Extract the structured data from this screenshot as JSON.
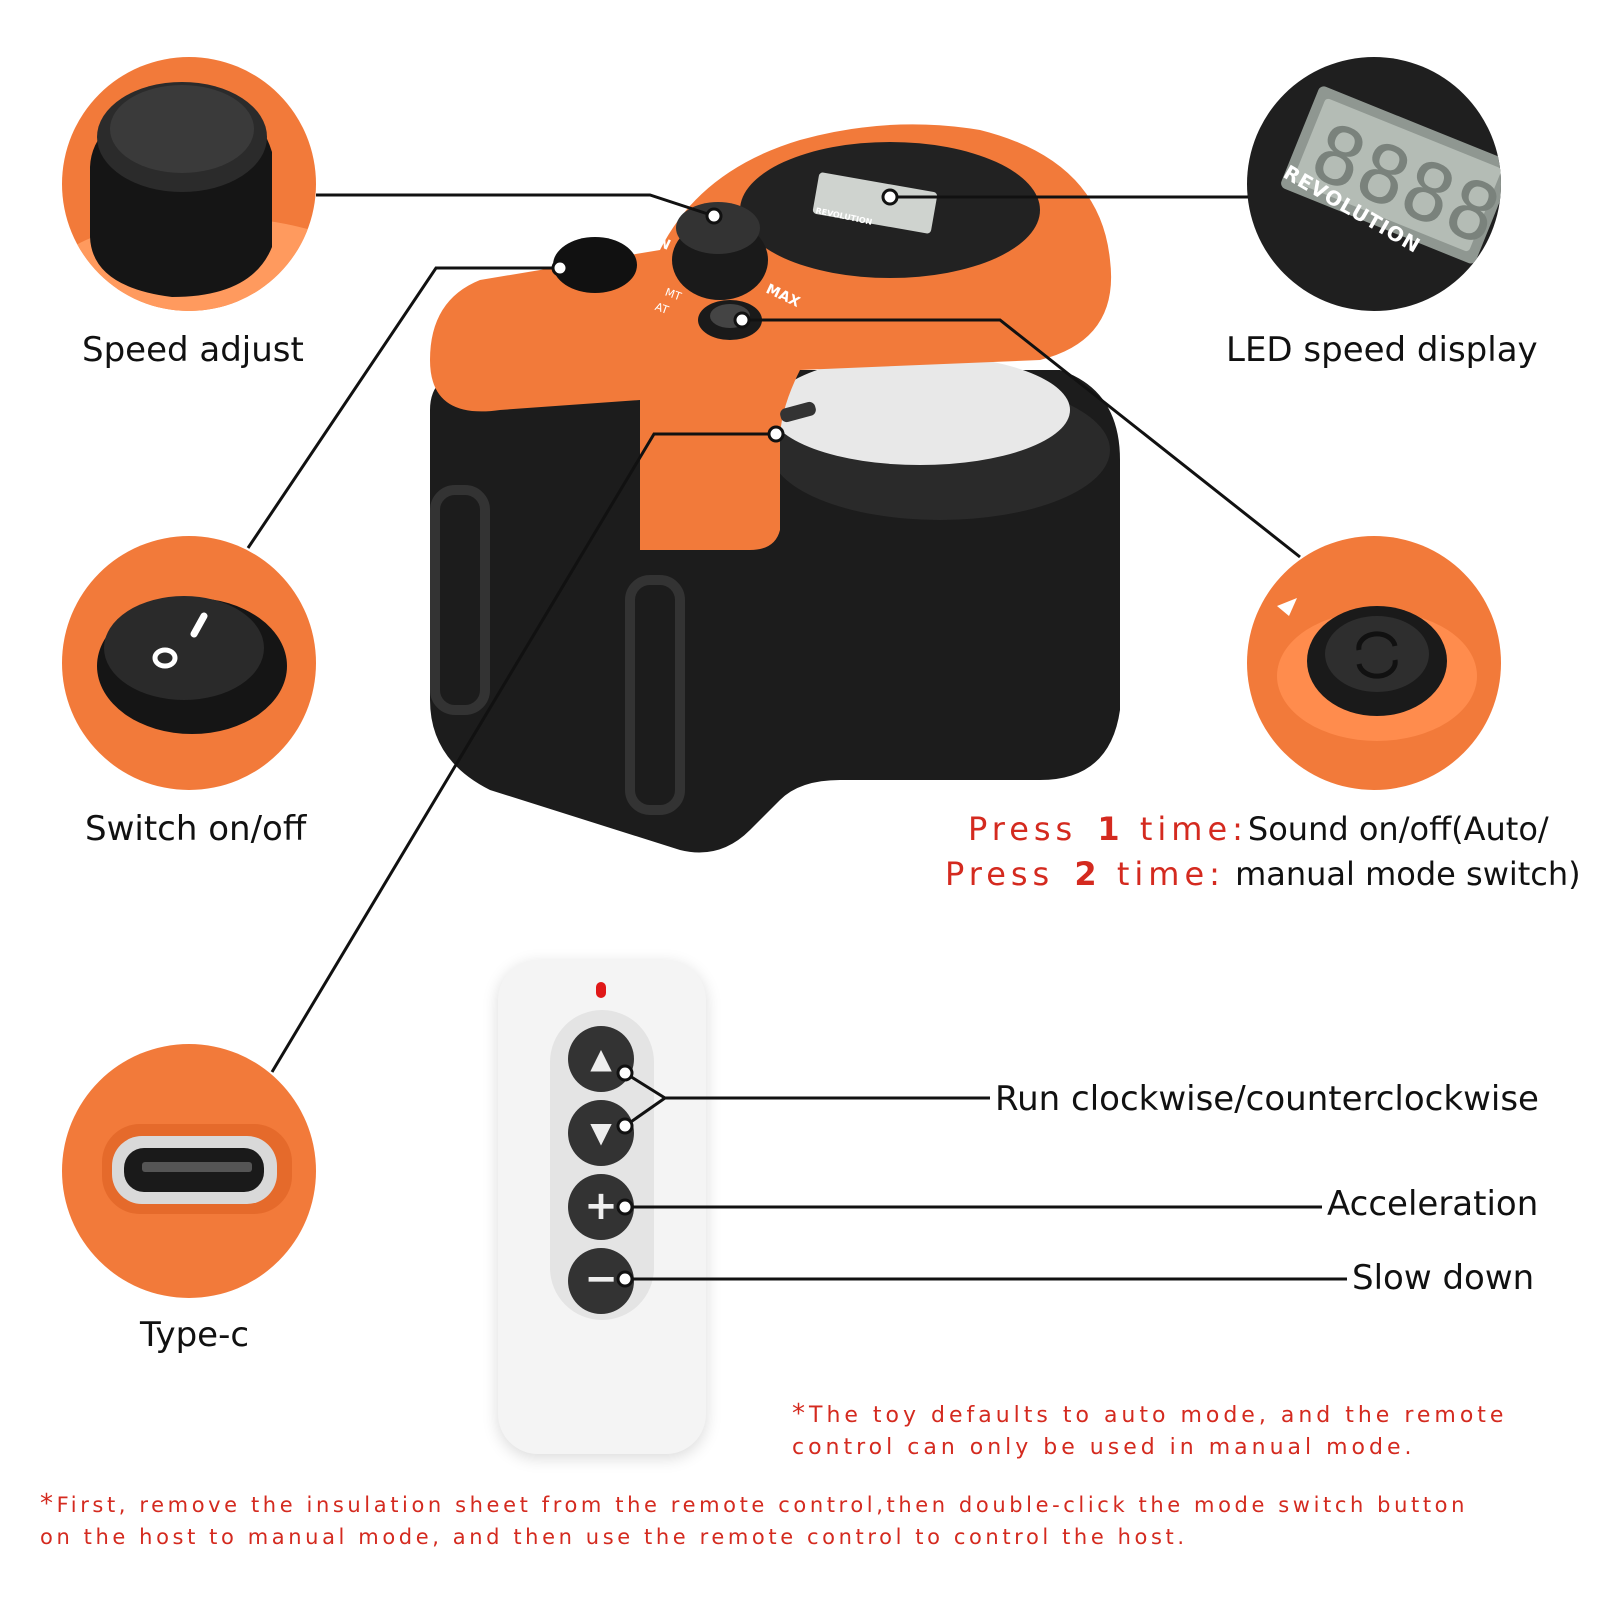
{
  "callouts": {
    "speed_adjust": "Speed adjust",
    "led_display": "LED speed display",
    "switch": "Switch on/off",
    "type_c": "Type-c"
  },
  "device": {
    "dial_min": "MIN",
    "dial_max": "MAX",
    "mode_mt": "MT",
    "mode_at": "AT",
    "display_brand": "REVOLUTION",
    "display_digits": "8888"
  },
  "mode_button": {
    "press1_prefix": "Press",
    "press1_count": "1",
    "press1_suffix": "time:",
    "press1_desc": "Sound on/off(Auto/",
    "press2_prefix": "Press",
    "press2_count": "2",
    "press2_suffix": "time:",
    "press2_desc": "manual mode switch)"
  },
  "remote": {
    "run": "Run clockwise/counterclockwise",
    "accel": "Acceleration",
    "slow": "Slow down"
  },
  "notes": {
    "note1_line1": "The toy defaults to auto mode, and the remote",
    "note1_line2": "control can only be used in manual mode.",
    "note2_line1": "First, remove the insulation sheet from the remote control,then double-click the mode switch button",
    "note2_line2": "on the host to manual mode, and then use the remote control to control the host."
  },
  "colors": {
    "orange": "#f27a3a",
    "dark": "#1c1c1c",
    "red_text": "#d42a1f"
  }
}
